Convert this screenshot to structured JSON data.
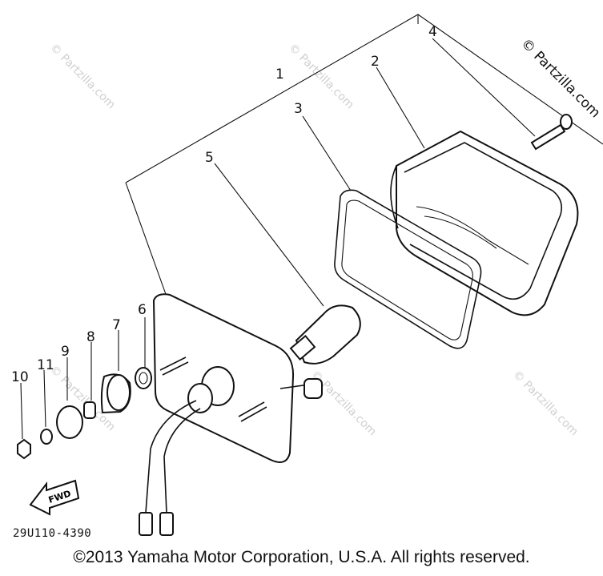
{
  "diagram": {
    "part_numbers": [
      "1",
      "2",
      "3",
      "4",
      "5",
      "6",
      "7",
      "8",
      "9",
      "10",
      "11"
    ],
    "fwd_label": "FWD",
    "drawing_code": "29U110-4390",
    "watermark": "© Partzilla.com",
    "copyright": "©2013  Yamaha Motor Corporation, U.S.A. All rights reserved."
  }
}
